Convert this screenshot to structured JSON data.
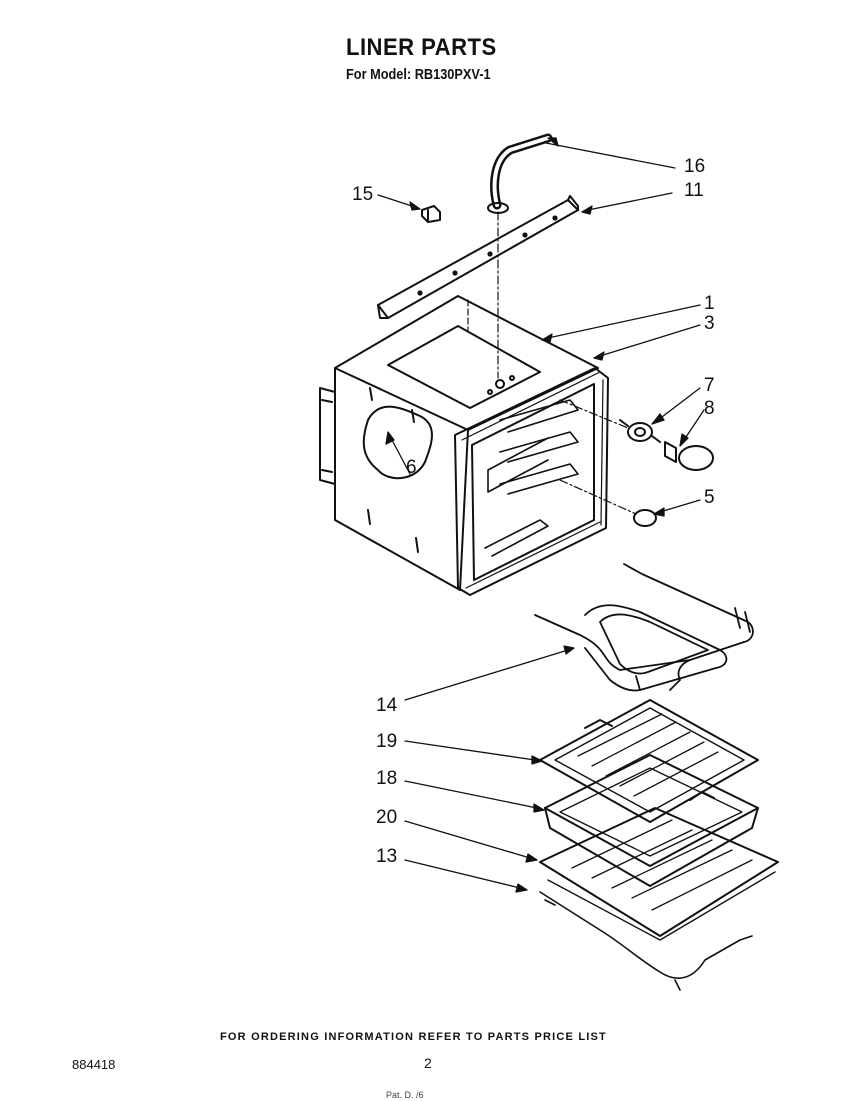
{
  "header": {
    "title": "LINER PARTS",
    "subtitle": "For Model: RB130PXV-1"
  },
  "callouts": [
    {
      "id": "c16",
      "label": "16"
    },
    {
      "id": "c11",
      "label": "11"
    },
    {
      "id": "c15",
      "label": "15"
    },
    {
      "id": "c1",
      "label": "1"
    },
    {
      "id": "c3",
      "label": "3"
    },
    {
      "id": "c7",
      "label": "7"
    },
    {
      "id": "c8",
      "label": "8"
    },
    {
      "id": "c6",
      "label": "6"
    },
    {
      "id": "c5",
      "label": "5"
    },
    {
      "id": "c14",
      "label": "14"
    },
    {
      "id": "c19",
      "label": "19"
    },
    {
      "id": "c18",
      "label": "18"
    },
    {
      "id": "c20",
      "label": "20"
    },
    {
      "id": "c13",
      "label": "13"
    }
  ],
  "footer": {
    "ordering_note": "FOR ORDERING INFORMATION REFER TO PARTS PRICE LIST",
    "doc_number": "884418",
    "page_number": "2",
    "print_mark": "Pat. D. /6"
  }
}
